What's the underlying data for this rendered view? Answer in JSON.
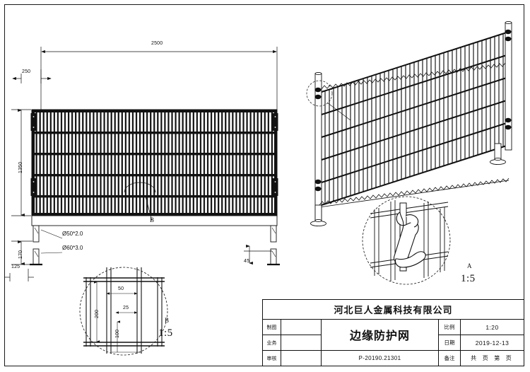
{
  "sheet": {
    "type": "engineering-drawing",
    "scale_note": "1:20"
  },
  "elevation": {
    "name": "front-elevation-view",
    "dimensions": {
      "overall_width": "2500",
      "end_offset": "250",
      "panel_height": "1350",
      "leg_height": "170",
      "base_plate": "125",
      "right_leg_mark": "45"
    },
    "callouts": [
      {
        "id": "post-spec",
        "text": "Ø50*2.0"
      },
      {
        "id": "frame-spec",
        "text": "Ø60*3.0"
      }
    ],
    "detail_marker": "B"
  },
  "isometric": {
    "name": "isometric-view",
    "detail_marker": "A"
  },
  "detail_b": {
    "letter": "B",
    "scale": "1:5",
    "dimensions": {
      "mesh_pitch_horizontal": "50",
      "wire_spacing": "25",
      "panel_span": "200",
      "bottom_gap": "100"
    }
  },
  "detail_a": {
    "letter": "A",
    "scale": "1:5"
  },
  "title_block": {
    "company": "河北巨人金属科技有限公司",
    "drawing_title": "边缘防护网",
    "drawing_number": "P-20190.21301",
    "rows": [
      {
        "key": "制图",
        "value": ""
      },
      {
        "key": "业务",
        "value": ""
      },
      {
        "key": "审核",
        "value": ""
      }
    ],
    "fields": [
      {
        "key": "比例",
        "value": "1:20"
      },
      {
        "key": "日期",
        "value": "2019-12-13"
      },
      {
        "key": "备注",
        "value": "共 页 第 页"
      }
    ]
  }
}
